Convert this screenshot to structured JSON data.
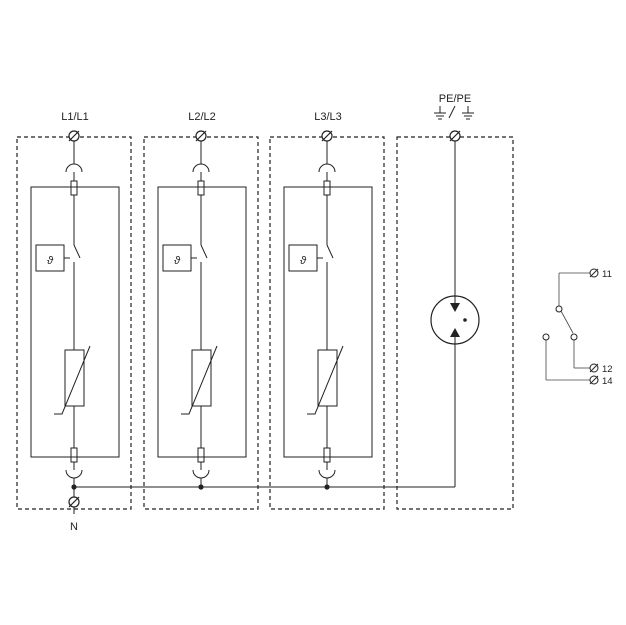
{
  "labels": {
    "l1": "L1/L1",
    "l2": "L2/L2",
    "l3": "L3/L3",
    "pe_top": "PE/PE",
    "pe_symbol": "⏚/⏚",
    "n": "N",
    "theta": "ϑ",
    "t11": "11",
    "t12": "12",
    "t14": "14"
  },
  "colors": {
    "line": "#222222",
    "background": "#ffffff"
  }
}
